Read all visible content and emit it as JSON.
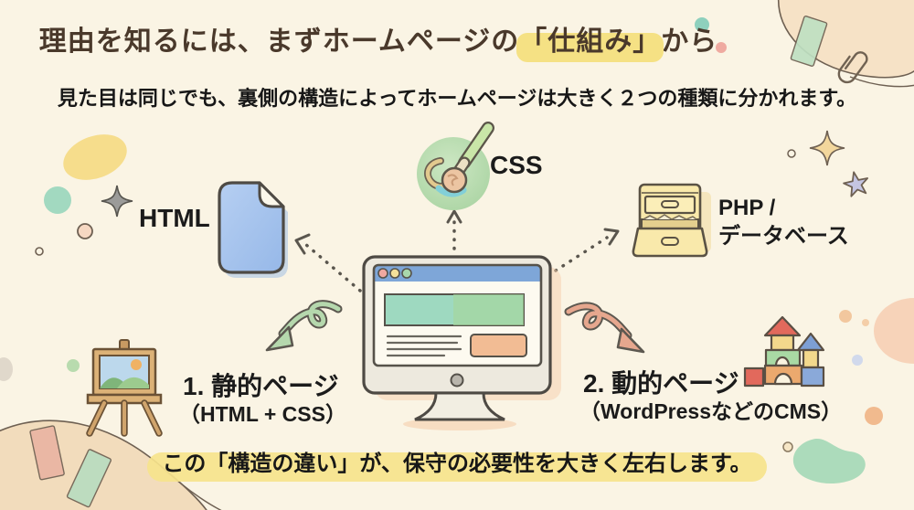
{
  "header": {
    "title_pre": "理由を知るには、まずホームページの",
    "title_highlight": "「仕組み」",
    "title_post": "から",
    "subtitle": "見た目は同じでも、裏側の構造によってホームページは大きく２つの種類に分かれます。"
  },
  "diagram": {
    "html_label": "HTML",
    "css_label": "CSS",
    "php_label_line1": "PHP /",
    "php_label_line2": "データベース",
    "static_page": {
      "title": "1. 静的ページ",
      "subtitle": "（HTML + CSS）"
    },
    "dynamic_page": {
      "title": "2. 動的ページ",
      "subtitle": "（WordPressなどのCMS）"
    }
  },
  "footer": {
    "statement": "この「構造の違い」が、保守の必要性を大きく左右します。"
  },
  "icons": [
    "html-document-icon",
    "css-paintbrush-icon",
    "database-cabinet-icon",
    "monitor-illustration",
    "easel-painting-icon",
    "building-blocks-icon",
    "paperclip-icon",
    "washi-tape",
    "sparkle-icon",
    "star-icon"
  ],
  "colors": {
    "background": "#faf4e4",
    "title_brown": "#4a392b",
    "highlight_yellow": "#f5e184",
    "html_blue": "#aac7ee",
    "css_green": "#b2d8ab",
    "php_yellow": "#f8e8a9",
    "monitor_bar_blue": "#7ea6d8",
    "hero_teal": "#9ed9c0",
    "button_peach": "#f2bc94",
    "arrow_green": "#b5d8ad",
    "arrow_red": "#e6a78e"
  }
}
